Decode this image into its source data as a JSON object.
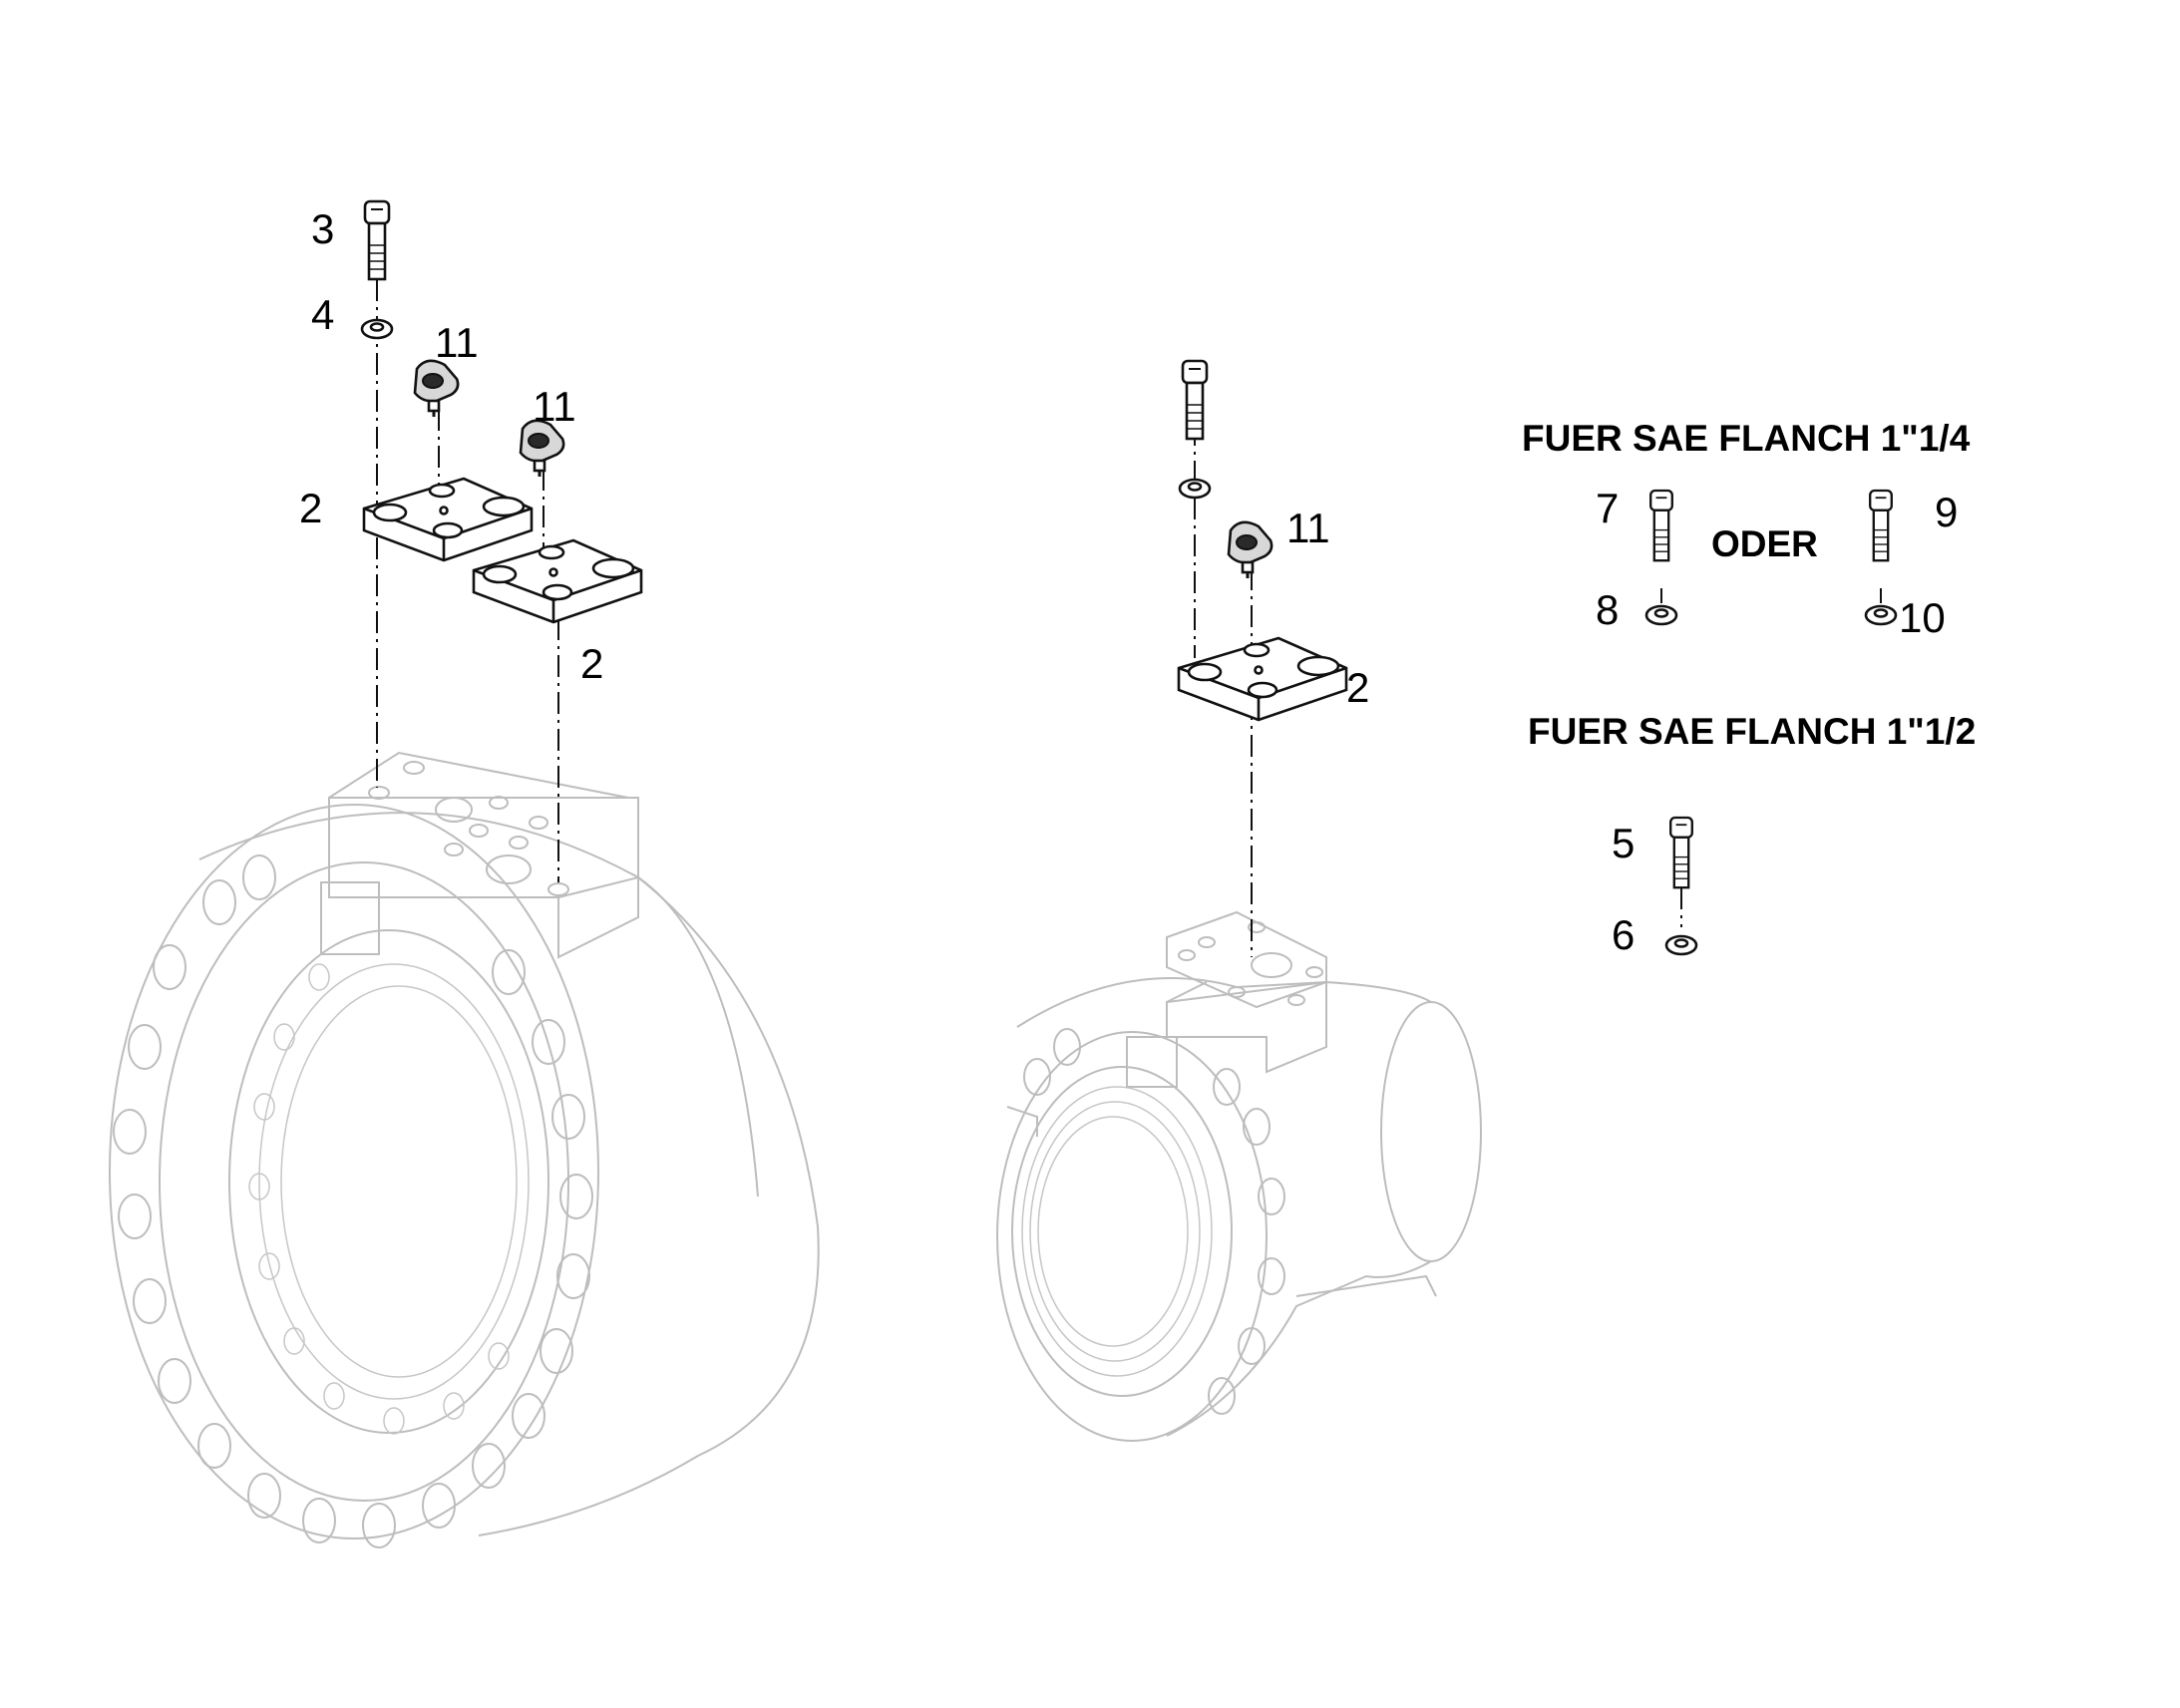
{
  "callouts": {
    "left_bolt": "3",
    "left_washer": "4",
    "left_sensor_a": "11",
    "left_sensor_b": "11",
    "left_plate_a": "2",
    "left_plate_b": "2",
    "right_sensor": "11",
    "right_plate": "2",
    "option_bolt_a": "7",
    "option_washer_a": "8",
    "option_bolt_b": "9",
    "option_washer_b": "10",
    "option_bolt_c": "5",
    "option_washer_c": "6"
  },
  "notes": {
    "flange_a_title": "FUER SAE FLANCH 1\"1/4",
    "or_label": "ODER",
    "flange_b_title": "FUER SAE FLANCH 1\"1/2"
  }
}
